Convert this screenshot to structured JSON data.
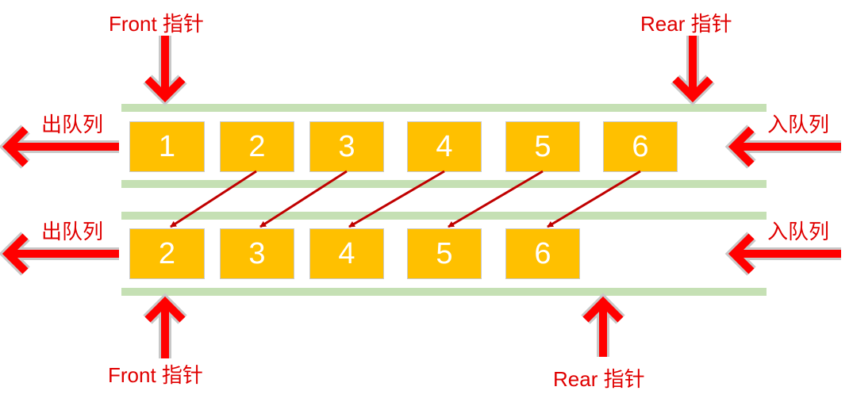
{
  "labels": {
    "front_pointer": "Front 指针",
    "rear_pointer": "Rear 指针",
    "dequeue": "出队列",
    "enqueue": "入队列"
  },
  "before_queue": [
    "1",
    "2",
    "3",
    "4",
    "5",
    "6"
  ],
  "after_queue": [
    "2",
    "3",
    "4",
    "5",
    "6"
  ],
  "colors": {
    "arrow": "#ff0000",
    "box": "#ffc000",
    "rail": "#c5e0b4",
    "shift_arrow": "#c00000"
  }
}
